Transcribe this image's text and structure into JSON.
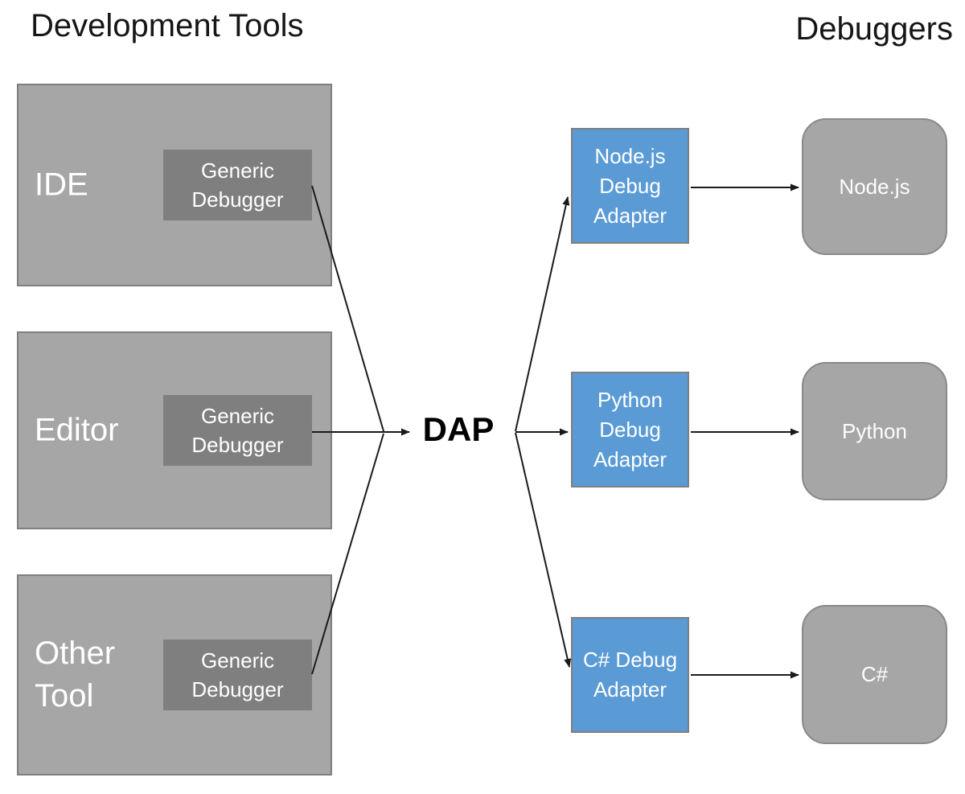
{
  "diagram": {
    "title_left": "Development Tools",
    "title_right": "Debuggers",
    "center_label": "DAP",
    "tools": [
      {
        "label": "IDE",
        "debugger_label": "Generic Debugger"
      },
      {
        "label": "Editor",
        "debugger_label": "Generic Debugger"
      },
      {
        "label": "Other Tool",
        "debugger_label": "Generic Debugger"
      }
    ],
    "adapters": [
      {
        "label": "Node.js Debug Adapter"
      },
      {
        "label": "Python Debug Adapter"
      },
      {
        "label": "C# Debug Adapter"
      }
    ],
    "debuggers": [
      {
        "label": "Node.js"
      },
      {
        "label": "Python"
      },
      {
        "label": "C#"
      }
    ],
    "colors": {
      "tool_box_fill": "#a6a6a6",
      "tool_box_border": "#7f7f7f",
      "generic_debugger_fill": "#7f7f7f",
      "adapter_fill": "#5b9bd5",
      "adapter_border": "#7f7f7f",
      "runtime_fill": "#a6a6a6",
      "runtime_border": "#898989",
      "arrow_color": "#1a1a1a",
      "text_light": "#ffffff",
      "text_dark": "#000000"
    }
  }
}
